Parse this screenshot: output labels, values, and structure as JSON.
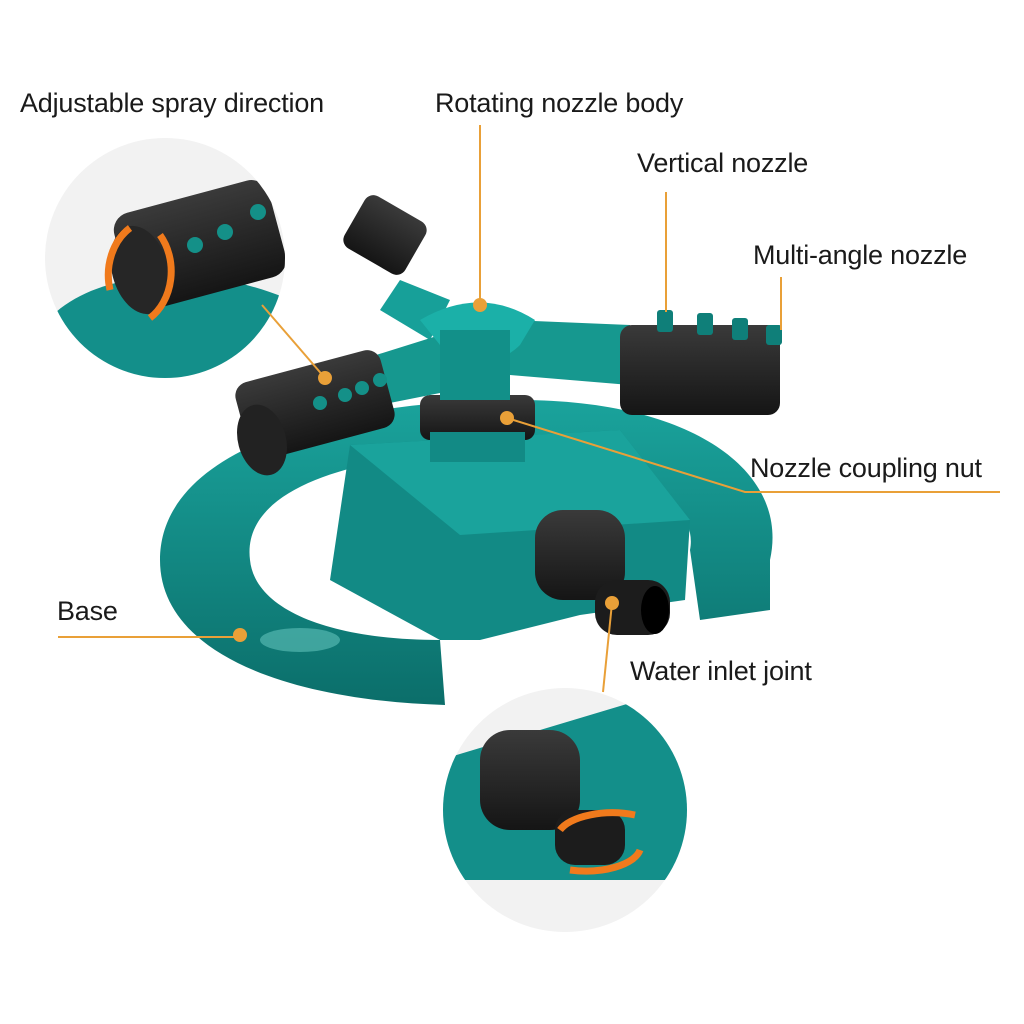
{
  "colors": {
    "leader": "#e9a038",
    "body_teal": "#138f8a",
    "dark_teal": "#0b6b68",
    "nozzle_black": "#2a2a2a",
    "arrow_orange": "#f07a1c"
  },
  "labels": {
    "adjustable_spray_direction": "Adjustable spray direction",
    "rotating_nozzle_body": "Rotating nozzle body",
    "vertical_nozzle": "Vertical nozzle",
    "multi_angle_nozzle": "Multi-angle nozzle",
    "nozzle_coupling_nut": "Nozzle coupling nut",
    "base": "Base",
    "water_inlet_joint": "Water inlet joint"
  }
}
